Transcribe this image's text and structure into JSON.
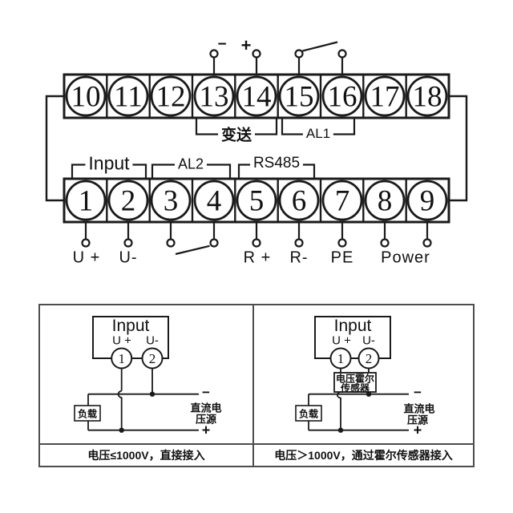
{
  "strips": {
    "top": {
      "terminals": [
        "10",
        "11",
        "12",
        "13",
        "14",
        "15",
        "16",
        "17",
        "18"
      ],
      "minus_label": "−",
      "plus_label": "+",
      "brackets": [
        {
          "label": "变送"
        },
        {
          "label": "AL1"
        }
      ]
    },
    "bottom": {
      "terminals": [
        "1",
        "2",
        "3",
        "4",
        "5",
        "6",
        "7",
        "8",
        "9"
      ],
      "brackets": [
        {
          "label": "Input"
        },
        {
          "label": "AL2"
        },
        {
          "label": "RS485"
        }
      ],
      "pin_labels": [
        {
          "label": "U +"
        },
        {
          "label": "U-"
        },
        {
          "label": "R +"
        },
        {
          "label": "R-"
        },
        {
          "label": "PE"
        },
        {
          "label": "Power"
        }
      ]
    }
  },
  "diagrams": [
    {
      "box_label": "Input",
      "pin1_label": "U +",
      "pin2_label": "U-",
      "terminal1": "1",
      "terminal2": "2",
      "load_label": "负载",
      "source_label_line1": "直流电",
      "source_label_line2": "压源",
      "minus_symbol": "−",
      "plus_symbol": "+",
      "caption": "电压≤1000V，直接接入"
    },
    {
      "box_label": "Input",
      "pin1_label": "U +",
      "pin2_label": "U-",
      "terminal1": "1",
      "terminal2": "2",
      "sensor_label_line1": "电压霍尔",
      "sensor_label_line2": "传感器",
      "load_label": "负载",
      "source_label_line1": "直流电",
      "source_label_line2": "压源",
      "minus_symbol": "−",
      "plus_symbol": "+",
      "caption": "电压＞1000V，通过霍尔传感器接入"
    }
  ],
  "colors": {
    "line": "#1a1a1a",
    "table_border": "#4d4d4d",
    "background": "#ffffff"
  }
}
